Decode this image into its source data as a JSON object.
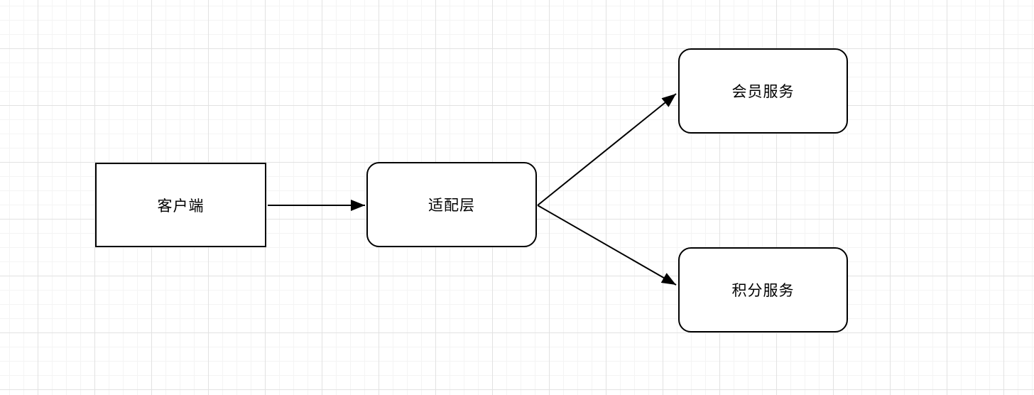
{
  "diagram": {
    "nodes": [
      {
        "id": "client",
        "label": "客户端",
        "shape": "rectangle"
      },
      {
        "id": "adapter",
        "label": "适配层",
        "shape": "rounded-rectangle"
      },
      {
        "id": "member-service",
        "label": "会员服务",
        "shape": "rounded-rectangle"
      },
      {
        "id": "points-service",
        "label": "积分服务",
        "shape": "rounded-rectangle"
      }
    ],
    "edges": [
      {
        "from": "客户端",
        "to": "适配层",
        "style": "arrow"
      },
      {
        "from": "适配层",
        "to": "会员服务",
        "style": "arrow"
      },
      {
        "from": "适配层",
        "to": "积分服务",
        "style": "arrow"
      }
    ],
    "colors": {
      "background": "#ffffff",
      "grid_minor": "#f4f4f4",
      "grid_major": "#e2e2e2",
      "node_fill": "#ffffff",
      "node_stroke": "#000000",
      "edge_stroke": "#000000",
      "text": "#000000"
    }
  }
}
